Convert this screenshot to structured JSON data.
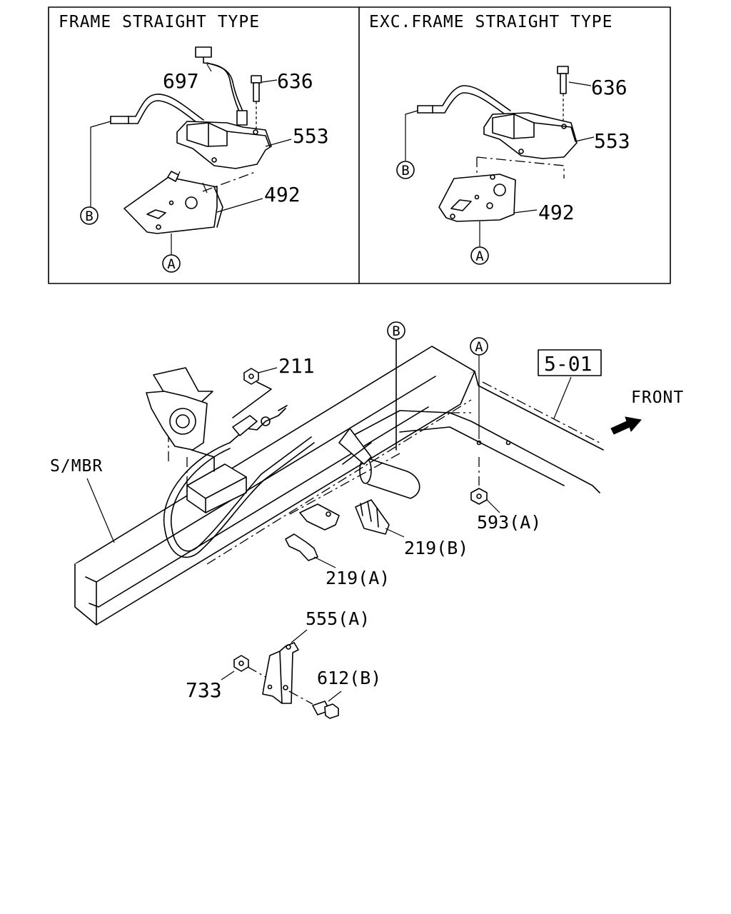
{
  "panels": {
    "left_title": "FRAME STRAIGHT TYPE",
    "right_title": "EXC.FRAME STRAIGHT TYPE"
  },
  "refs": {
    "a": "A",
    "b": "B"
  },
  "parts": {
    "p697": "697",
    "p636": "636",
    "p553": "553",
    "p492": "492",
    "p211": "211",
    "p593a": "593(A)",
    "p219b": "219(B)",
    "p219a": "219(A)",
    "p555a": "555(A)",
    "p733": "733",
    "p612b": "612(B)",
    "p501": "5-01",
    "smbr": "S/MBR",
    "front": "FRONT"
  }
}
